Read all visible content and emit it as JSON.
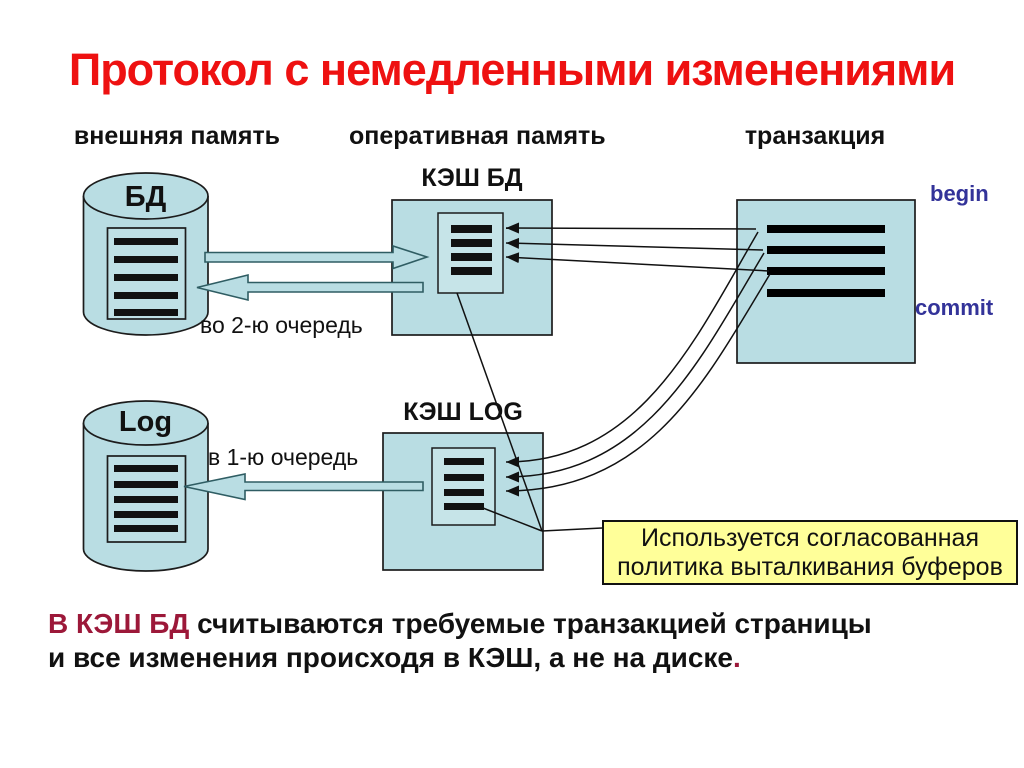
{
  "slide": {
    "title": "Протокол с немедленными изменениями",
    "title_color": "#ee1111",
    "background": "#ffffff"
  },
  "headers": {
    "external_memory": "внешняя память",
    "ram": "оперативная память",
    "transaction": "транзакция"
  },
  "diagram": {
    "db_cylinder_label": "БД",
    "log_cylinder_label": "Log",
    "db_cache_label": "КЭШ БД",
    "log_cache_label": "КЭШ LOG",
    "begin_label": "begin",
    "commit_label": "commit",
    "second_order_label": "во 2-ю очередь",
    "first_order_label": "в 1-ю очередь",
    "shape_fill": "#b9dde3",
    "shape_stroke": "#1c1c1c",
    "accent_blue": "#333399"
  },
  "note_box": {
    "line1": "Используется согласованная",
    "line2": "политика выталкивания буферов",
    "bg": "#ffff99"
  },
  "bottom_note": {
    "lead": "В КЭШ БД",
    "line1_rest": " считываются требуемые транзакцией страницы",
    "line2": "и все изменения происходя в КЭШ, а не на диске",
    "period": ".",
    "lead_color": "#9c1839"
  }
}
